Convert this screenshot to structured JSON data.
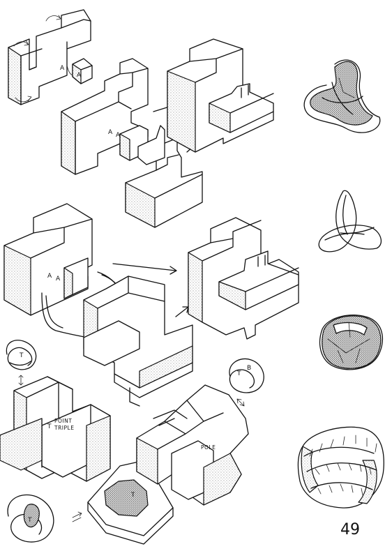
{
  "labels": {
    "a1": "A",
    "a2": "A",
    "a3": "A",
    "a4": "A",
    "a5": "A",
    "a6": "A",
    "t1": "T",
    "t2": "T",
    "t3": "T",
    "t4": "T",
    "t5": "T",
    "point": "POINT",
    "triple": "TRIPLE",
    "pole": "POLE",
    "b": "B"
  },
  "page_number": "49"
}
